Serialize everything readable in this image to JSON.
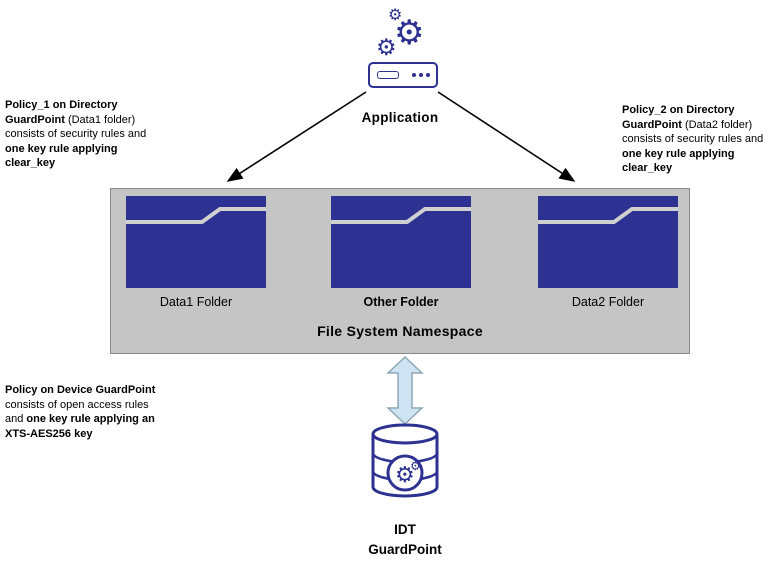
{
  "colors": {
    "navy": "#2d3191",
    "panel-bg": "#c5c5c5",
    "panel-border": "#8a8a8a",
    "fold-line": "#d0d0d0",
    "arrow-fill": "#cfe4f2",
    "arrow-stroke": "#8fa8b8"
  },
  "icons": {
    "gear": "⚙"
  },
  "application": {
    "label": "Application"
  },
  "namespace": {
    "title": "File System Namespace",
    "folders": [
      {
        "label": "Data1 Folder"
      },
      {
        "label": "Other Folder"
      },
      {
        "label": "Data2 Folder"
      }
    ]
  },
  "idt": {
    "label_line1": "IDT",
    "label_line2": "GuardPoint"
  },
  "notes": {
    "policy1": {
      "bold_lead": "Policy_1 on Directory GuardPoint",
      "body": " (Data1 folder) consists of security rules and ",
      "bold_tail": "one key rule applying clear_key"
    },
    "policy2": {
      "bold_lead": "Policy_2 on Directory GuardPoint",
      "body": " (Data2 folder) consists of security rules and ",
      "bold_tail": "one key rule applying clear_key"
    },
    "device_policy": {
      "bold_lead": "Policy on Device GuardPoint",
      "body": " consists of open access rules and ",
      "bold_tail": "one key rule applying an XTS-AES256 key"
    }
  }
}
